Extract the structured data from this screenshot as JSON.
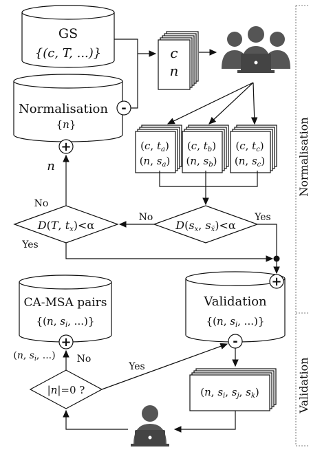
{
  "nodes": {
    "gs": {
      "title": "GS",
      "content": "{(c, T, ...)}"
    },
    "normalisation": {
      "title": "Normalisation",
      "content": "{n}"
    },
    "ca_msa": {
      "title": "CA-MSA pairs",
      "content": "{(n, s_i, ...)}"
    },
    "validation": {
      "title": "Validation",
      "content": "{(n, s_i, ...)}"
    },
    "cn_stack": {
      "line1": "c",
      "line2": "n"
    },
    "triple_a": {
      "line1": "(c, t_a)",
      "line2": "(n, s_a)"
    },
    "triple_b": {
      "line1": "(c, t_b)",
      "line2": "(n, s_b)"
    },
    "triple_c": {
      "line1": "(c, t_c)",
      "line2": "(n, s_c)"
    },
    "val_stack": {
      "line1": "(n, s_i, s_j, s_k)"
    }
  },
  "decisions": {
    "d_sx": "D(s_x, s_x̄) < α",
    "d_t": "D(T, t_x) < α",
    "n_zero": "|n| = 0 ?"
  },
  "edge_labels": {
    "n": "n",
    "no_1": "No",
    "yes_1": "Yes",
    "no_2": "No",
    "yes_2": "Yes",
    "no_3": "No",
    "yes_3": "Yes",
    "pair_out": "(n, s_i, ...)"
  },
  "ports": {
    "minus": "-",
    "plus": "+"
  },
  "sections": {
    "normalisation": "Normalisation",
    "validation": "Validation"
  },
  "icons": [
    "annotator-group-icon",
    "annotator-icon"
  ]
}
